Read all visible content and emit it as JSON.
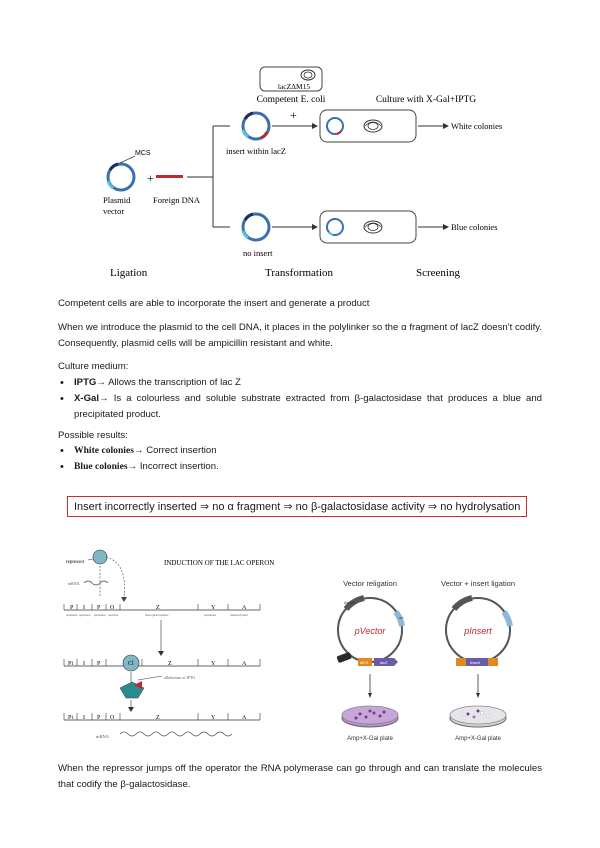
{
  "fig1": {
    "strain": "lacZΔM15",
    "competent": "Competent E. coli",
    "culture": "Culture with X-Gal+IPTG",
    "mcs": "MCS",
    "plasmid": "Plasmid",
    "vector": "vector",
    "plus": "+",
    "plus2": "+",
    "foreign": "Foreign DNA",
    "insert": "insert within lacZ",
    "noinsert": "no insert",
    "white": "White colonies",
    "blue": "Blue colonies",
    "ligation": "Ligation",
    "transformation": "Transformation",
    "screening": "Screening"
  },
  "text": {
    "p1": "Competent cells are able to incorporate the insert and generate a product",
    "p2": "When we introduce the plasmid to the cell DNA, it places in the polylinker so the α fragment of lacZ doesn't codify. Consequently, plasmid cells will be ampicillin resistant and white.",
    "medium_title": "Culture medium:",
    "iptg_term": "IPTG",
    "iptg_desc": "→ Allows the transcription of lac Z",
    "xgal_term": "X-Gal",
    "xgal_desc": "→ Is a colourless and soluble substrate extracted from β-galactosidase that produces a blue and precipitated product.",
    "results_title": "Possible results:",
    "white_term": "White colonies",
    "white_desc": "→ Correct insertion",
    "blue_term": "Blue colonies",
    "blue_desc": "→ Incorrect insertion.",
    "box": "Insert incorrectly inserted ⇒ no α fragment  ⇒ no β-galactosidase activity ⇒ no hydrolysation",
    "final": "When the repressor jumps off the operator the RNA polymerase can go through and can translate the molecules that codify the β-galactosidase."
  },
  "fig2": {
    "title": "INDUCTION OF THE LAC OPERON",
    "repressor": "repressor",
    "mrna_small": "mRNA",
    "row1": [
      "P",
      "I",
      "P",
      "O",
      "Z",
      "Y",
      "A"
    ],
    "row2": [
      "Pi",
      "I",
      "P",
      "Cl",
      "Z",
      "Y",
      "A"
    ],
    "row3": [
      "Pi",
      "I",
      "P",
      "O",
      "Z",
      "Y",
      "A"
    ],
    "sub": [
      "promoter",
      "repressor",
      "promoter",
      "operator",
      "beta-galactosidase",
      "permease",
      "transacetylase"
    ],
    "inducer": "allolactose or IPTG",
    "mrna": "mRNA"
  },
  "fig3": {
    "left_title": "Vector religation",
    "right_title": "Vector + insert ligation",
    "left_name": "pVector",
    "right_name": "pInsert",
    "amp": "AmpR",
    "ori": "ori",
    "lacz": "lacZ",
    "mcs_a": "MCS",
    "mcs_b": "Insert",
    "left_plate": "Amp+X-Gal plate",
    "right_plate": "Amp+X-Gal plate"
  }
}
